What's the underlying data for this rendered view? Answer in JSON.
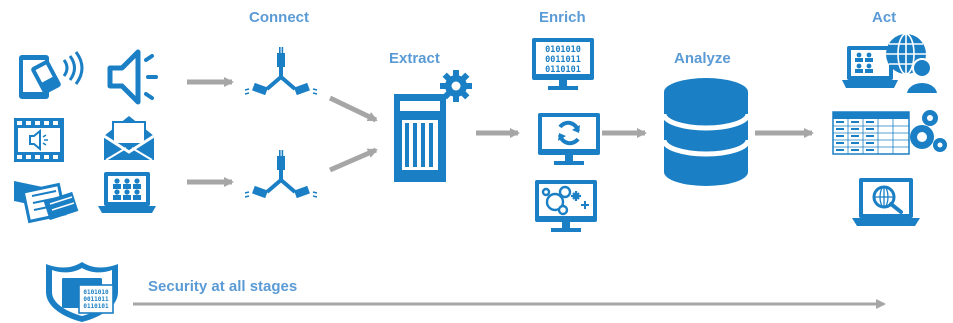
{
  "stages": {
    "connect": "Connect",
    "extract": "Extract",
    "enrich": "Enrich",
    "analyze": "Analyze",
    "act": "Act"
  },
  "security_label": "Security at all stages",
  "binary_text": [
    "0101010",
    "0011011",
    "0110101"
  ],
  "shield_binary_text": [
    "0101010",
    "0011011",
    "0110101"
  ],
  "colors": {
    "primary": "#1a7fc4",
    "label": "#5b9bd5",
    "arrow": "#a6a6a6"
  },
  "icons": {
    "sources": [
      "tablet-phone-icon",
      "speaker-icon",
      "video-film-icon",
      "envelope-icon",
      "printer-icon",
      "laptop-users-icon"
    ],
    "connectors": [
      "connector-icon",
      "connector-icon"
    ],
    "extract": "server-gear-icon",
    "enrich": [
      "monitor-binary-icon",
      "monitor-refresh-icon",
      "monitor-molecule-icon"
    ],
    "analyze": "database-icon",
    "act": [
      "laptop-globe-user-icon",
      "table-molecule-icon",
      "laptop-search-icon"
    ],
    "security": "shield-icon"
  }
}
